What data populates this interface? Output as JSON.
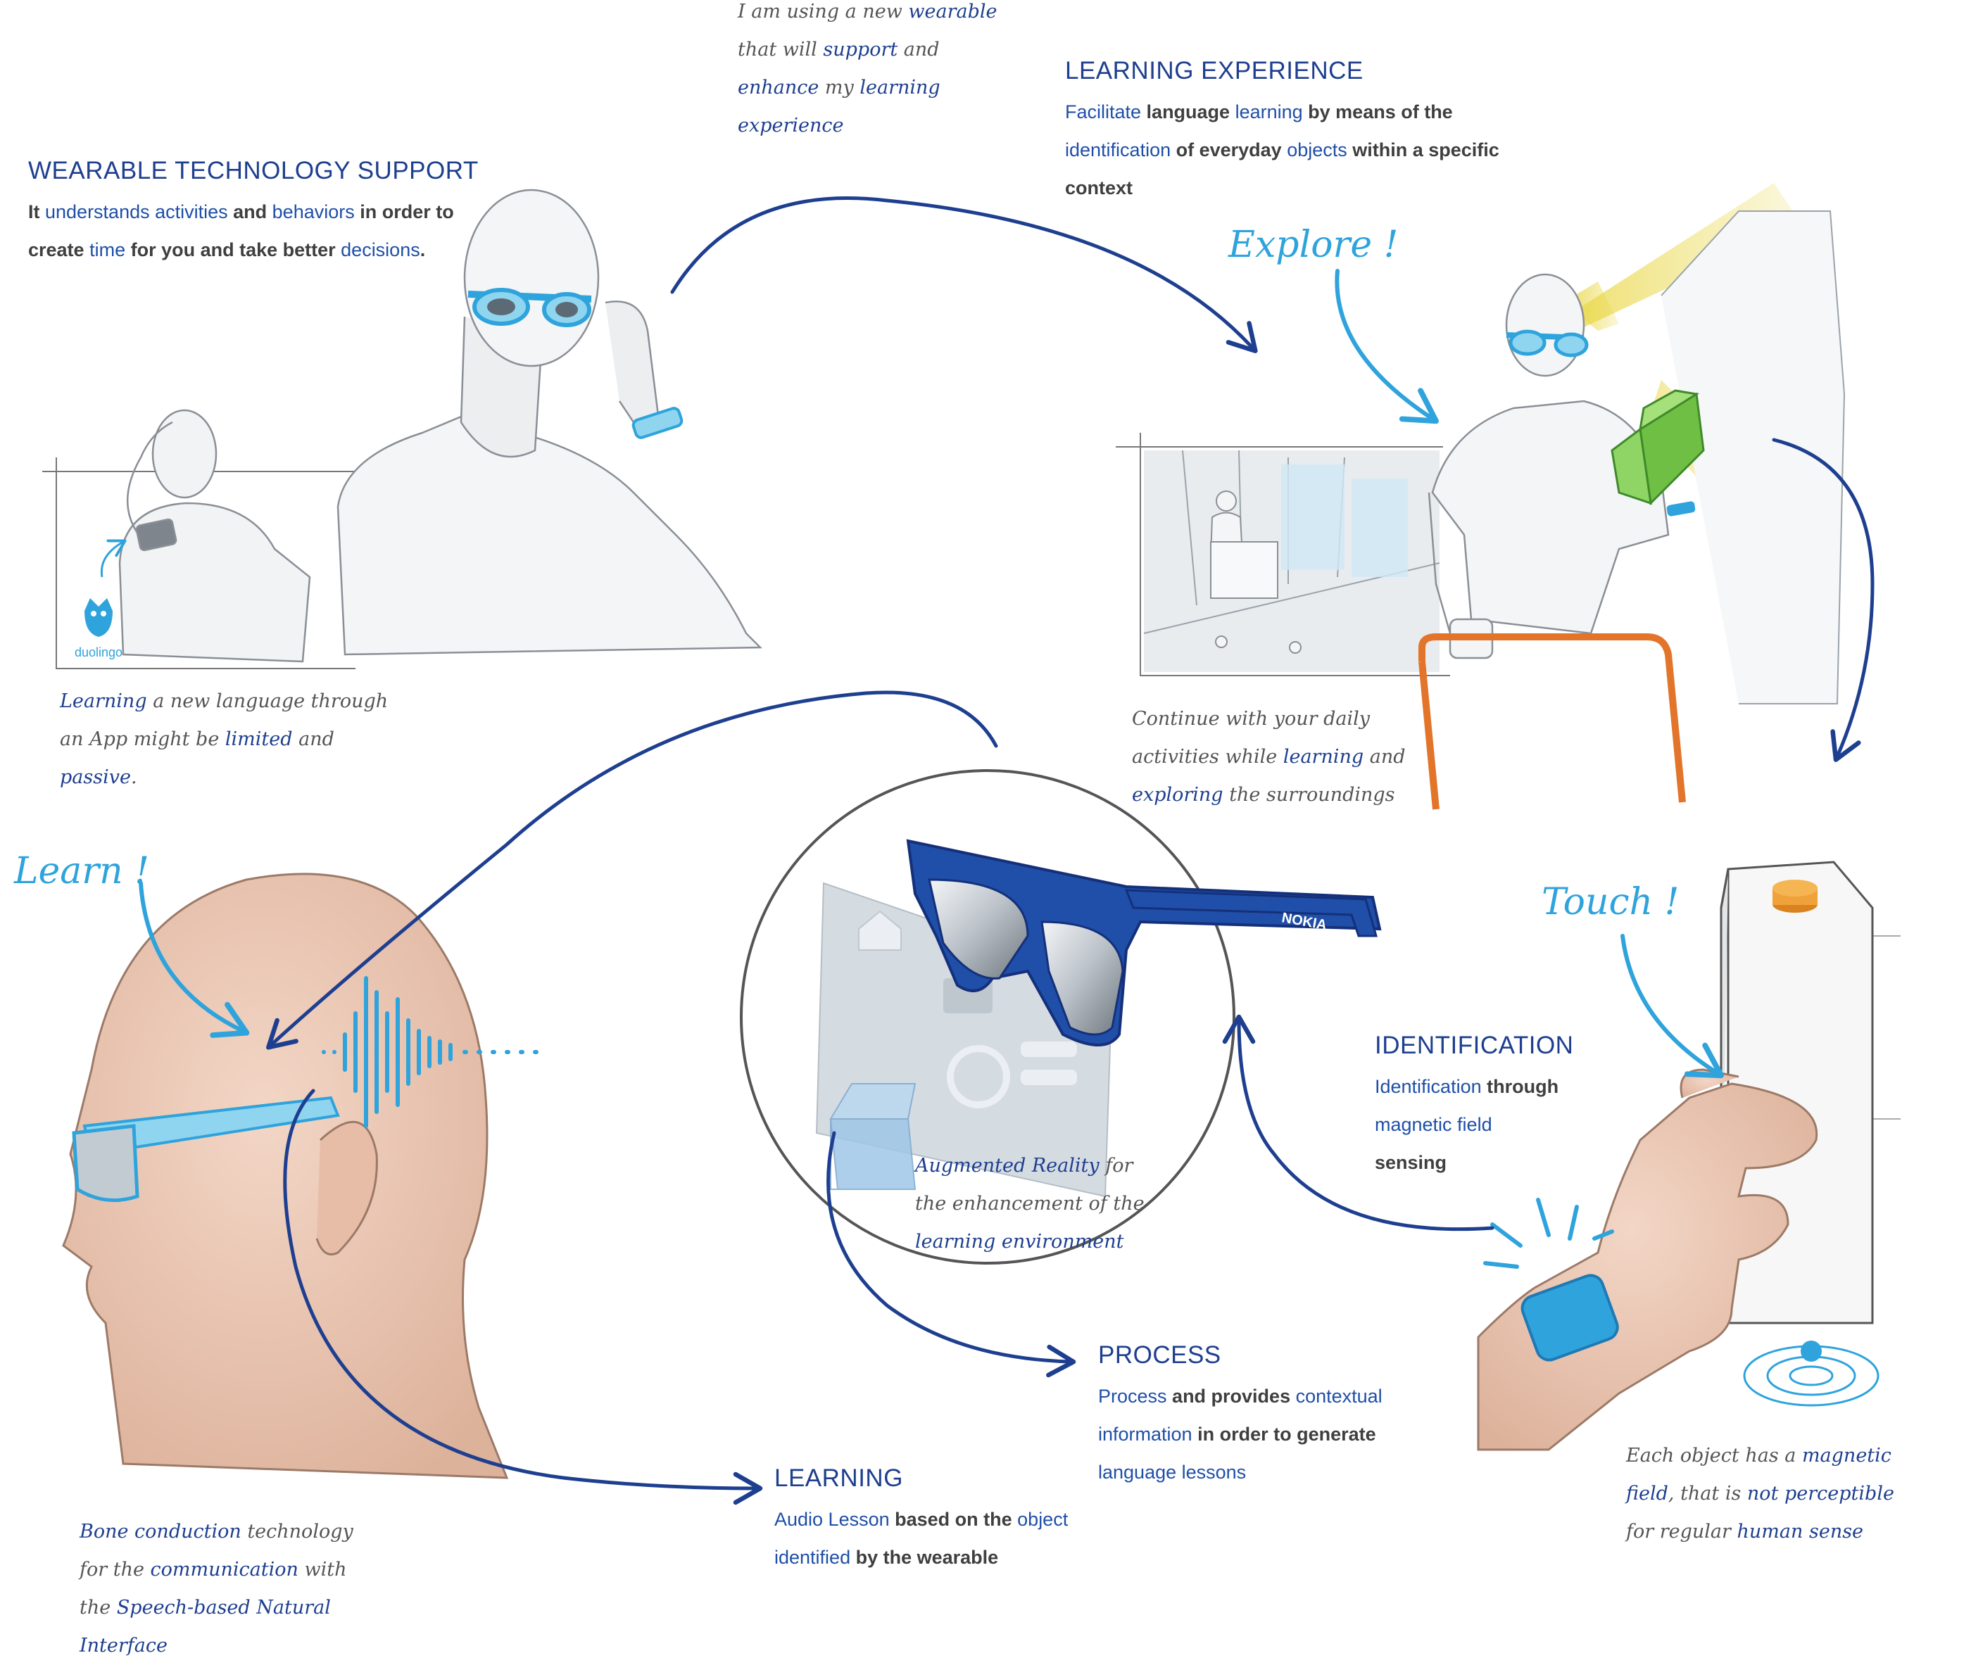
{
  "colors": {
    "arrow_navy": "#1e3f8f",
    "accent_cyan": "#2fa3dc",
    "lens_cyan": "#8fd5ef",
    "glasses_blue": "#1f4fa8",
    "skin": "#ecc7b3",
    "beam_yellow": "#ead84a",
    "carton_green": "#6fbf45",
    "cap_orange": "#f0a23a",
    "cart_orange": "#e2752a"
  },
  "sections": {
    "wearable": {
      "heading": "WEARABLE TECHNOLOGY SUPPORT",
      "lines": [
        [
          {
            "t": "It ",
            "h": false
          },
          {
            "t": "understands activities",
            "h": true
          },
          {
            "t": " and ",
            "h": false
          },
          {
            "t": "behaviors",
            "h": true
          },
          {
            "t": " in order to",
            "h": false
          }
        ],
        [
          {
            "t": "create ",
            "h": false
          },
          {
            "t": "time",
            "h": true
          },
          {
            "t": " for you and take better ",
            "h": false
          },
          {
            "t": "decisions",
            "h": true
          },
          {
            "t": ".",
            "h": false
          }
        ]
      ]
    },
    "experience": {
      "heading": "LEARNING EXPERIENCE",
      "lines": [
        [
          {
            "t": "Facilitate",
            "h": true
          },
          {
            "t": " language ",
            "h": false
          },
          {
            "t": "learning",
            "h": true
          },
          {
            "t": " by means of the",
            "h": false
          }
        ],
        [
          {
            "t": "identification",
            "h": true
          },
          {
            "t": " of everyday ",
            "h": false
          },
          {
            "t": "objects",
            "h": true
          },
          {
            "t": " within a specific",
            "h": false
          }
        ],
        [
          {
            "t": "context",
            "h": false
          }
        ]
      ]
    },
    "identification": {
      "heading": "IDENTIFICATION",
      "lines": [
        [
          {
            "t": "Identification",
            "h": true
          },
          {
            "t": " through",
            "h": false
          }
        ],
        [
          {
            "t": "magnetic field",
            "h": true
          }
        ],
        [
          {
            "t": "sensing",
            "h": false
          }
        ]
      ]
    },
    "process": {
      "heading": "PROCESS",
      "lines": [
        [
          {
            "t": "Process",
            "h": true
          },
          {
            "t": " and provides ",
            "h": false
          },
          {
            "t": "contextual",
            "h": true
          }
        ],
        [
          {
            "t": "information",
            "h": true
          },
          {
            "t": " in order to generate",
            "h": false
          }
        ],
        [
          {
            "t": "language lessons",
            "h": true
          }
        ]
      ]
    },
    "learning": {
      "heading": "LEARNING",
      "lines": [
        [
          {
            "t": "Audio Lesson",
            "h": true
          },
          {
            "t": " based on the ",
            "h": false
          },
          {
            "t": "object",
            "h": true
          }
        ],
        [
          {
            "t": "identified",
            "h": true
          },
          {
            "t": " by the wearable",
            "h": false
          }
        ]
      ]
    }
  },
  "notes": {
    "top": [
      [
        {
          "t": "I am using a new ",
          "h": false
        },
        {
          "t": "wearable",
          "h": true
        }
      ],
      [
        {
          "t": "that will ",
          "h": false
        },
        {
          "t": "support",
          "h": true
        },
        {
          "t": " and",
          "h": false
        }
      ],
      [
        {
          "t": "enhance",
          "h": true
        },
        {
          "t": " my ",
          "h": false
        },
        {
          "t": "learning",
          "h": true
        }
      ],
      [
        {
          "t": "experience",
          "h": true
        }
      ]
    ],
    "app": [
      [
        {
          "t": "Learning",
          "h": true
        },
        {
          "t": " a new language through",
          "h": false
        }
      ],
      [
        {
          "t": "an App might be ",
          "h": false
        },
        {
          "t": "limited",
          "h": true
        },
        {
          "t": " and",
          "h": false
        }
      ],
      [
        {
          "t": "passive",
          "h": true
        },
        {
          "t": ".",
          "h": false
        }
      ]
    ],
    "daily": [
      [
        {
          "t": "Continue with  your daily",
          "h": false
        }
      ],
      [
        {
          "t": "activities while ",
          "h": false
        },
        {
          "t": "learning",
          "h": true
        },
        {
          "t": " and",
          "h": false
        }
      ],
      [
        {
          "t": "exploring",
          "h": true
        },
        {
          "t": " the surroundings",
          "h": false
        }
      ]
    ],
    "ar": [
      [
        {
          "t": "Augmented Reality",
          "h": true
        },
        {
          "t": " for",
          "h": false
        }
      ],
      [
        {
          "t": "the enhancement of the",
          "h": false
        }
      ],
      [
        {
          "t": "learning environment",
          "h": true
        }
      ]
    ],
    "magnetic": [
      [
        {
          "t": "Each object has a ",
          "h": false
        },
        {
          "t": "magnetic",
          "h": true
        }
      ],
      [
        {
          "t": "field",
          "h": true
        },
        {
          "t": ", that is ",
          "h": false
        },
        {
          "t": "not perceptible",
          "h": true
        }
      ],
      [
        {
          "t": "for regular ",
          "h": false
        },
        {
          "t": "human sense",
          "h": true
        }
      ]
    ],
    "bone": [
      [
        {
          "t": "Bone conduction",
          "h": true
        },
        {
          "t": " technology",
          "h": false
        }
      ],
      [
        {
          "t": "for the ",
          "h": false
        },
        {
          "t": "communication",
          "h": true
        },
        {
          "t": " with",
          "h": false
        }
      ],
      [
        {
          "t": "the ",
          "h": false
        },
        {
          "t": "Speech-based Natural",
          "h": true
        }
      ],
      [
        {
          "t": "Interface",
          "h": true
        }
      ]
    ]
  },
  "shouts": {
    "explore": "Explore !",
    "touch": "Touch !",
    "learn": "Learn !"
  },
  "labels": {
    "app_logo": "duolingo",
    "glasses_brand": "NOKIA"
  },
  "icons": {
    "sound_wave": "sound-wave-icon",
    "magnetic_field": "magnetic-field-icon",
    "app_mascot": "owl-icon",
    "home": "home-icon"
  }
}
